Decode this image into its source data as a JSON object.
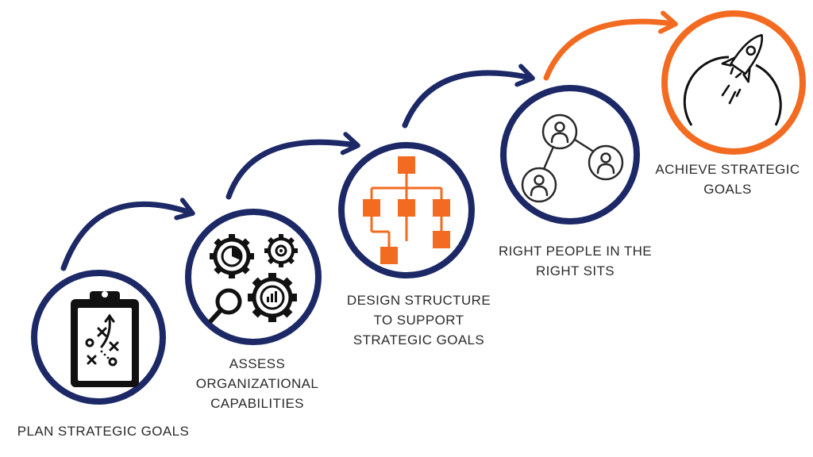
{
  "colors": {
    "navy": "#1c2966",
    "orange": "#f26b21",
    "icon_dark": "#111111",
    "text": "#2b2b2b"
  },
  "steps": [
    {
      "icon": "clipboard-strategy-icon",
      "label_lines": [
        "PLAN STRATEGIC GOALS"
      ]
    },
    {
      "icon": "gears-magnifier-icon",
      "label_lines": [
        "ASSESS",
        "ORGANIZATIONAL",
        "CAPABILITIES"
      ]
    },
    {
      "icon": "org-chart-icon",
      "label_lines": [
        "DESIGN STRUCTURE",
        "TO SUPPORT",
        "STRATEGIC GOALS"
      ]
    },
    {
      "icon": "people-network-icon",
      "label_lines": [
        "RIGHT PEOPLE IN THE",
        "RIGHT SITS"
      ]
    },
    {
      "icon": "rocket-icon",
      "label_lines": [
        "ACHIEVE STRATEGIC",
        "GOALS"
      ]
    }
  ]
}
